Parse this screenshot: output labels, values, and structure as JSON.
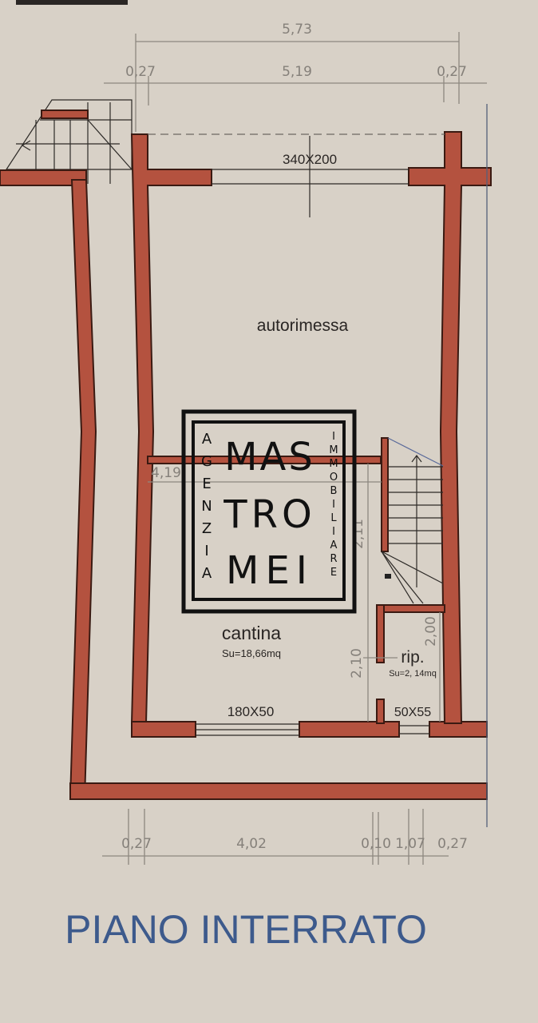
{
  "plan": {
    "title": "PIANO INTERRATO",
    "rooms": {
      "garage": {
        "name": "autorimessa"
      },
      "cellar": {
        "name": "cantina",
        "area": "Su=18,66mq"
      },
      "storage": {
        "name": "rip.",
        "area": "Su=2, 14mq"
      }
    },
    "openings": {
      "garage_door": "340X200",
      "window_cellar": "180X50",
      "window_storage": "50X55"
    },
    "dimensions": {
      "top_total": "5,73",
      "top_left_wall": "0,27",
      "top_inner": "5,19",
      "top_right_wall": "0,27",
      "cellar_width": "4,19",
      "stair_length": "2,11",
      "cellar_side": "2,10",
      "storage_depth": "2,00",
      "bottom_left_wall": "0,27",
      "bottom_cellar": "4,02",
      "bottom_partition": "0,10",
      "bottom_storage": "1,07",
      "bottom_right_wall": "0,27"
    },
    "colors": {
      "wall": "#b4523f",
      "paper": "#d8d1c7",
      "title": "#3d5a8c"
    }
  },
  "watermark": {
    "left_vertical": "AGENZIA",
    "line1": "MAS",
    "line2": "TRO",
    "line3": "MEI",
    "right_vertical": "IMMOBILIARE"
  }
}
